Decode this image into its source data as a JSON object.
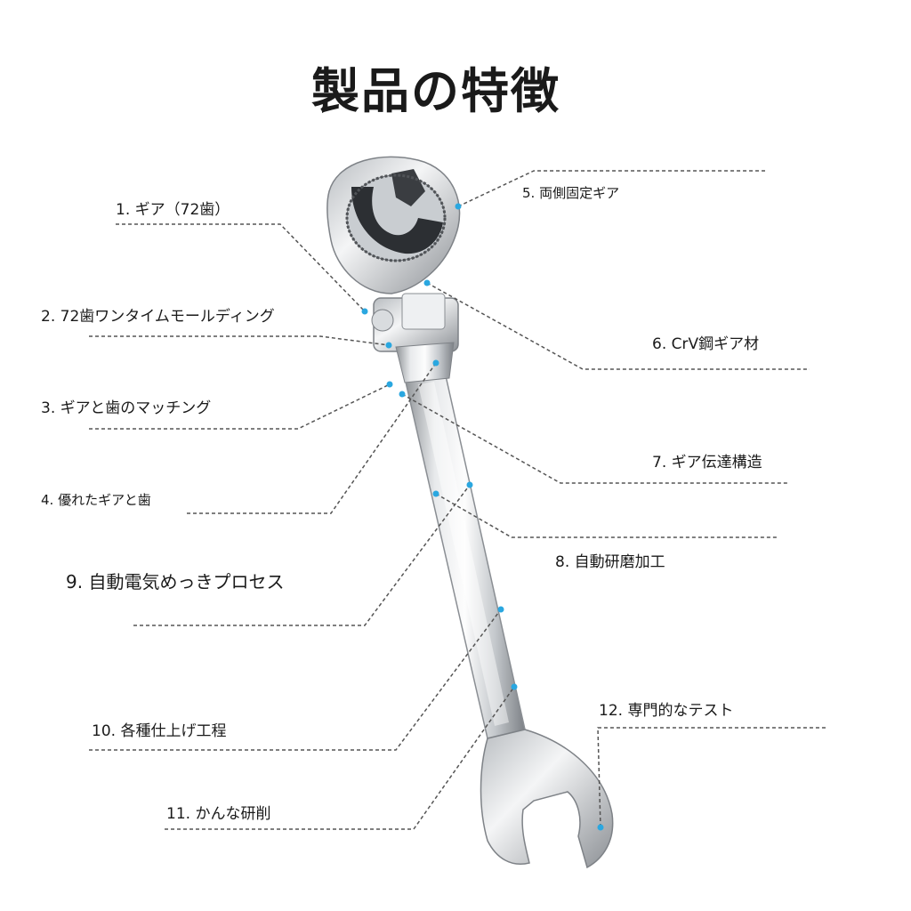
{
  "title": "製品の特徴",
  "accent_color": "#2aa7e0",
  "features": [
    {
      "text": "1. ギア（72歯）"
    },
    {
      "text": "2. 72歯ワンタイムモールディング"
    },
    {
      "text": "3. ギアと歯のマッチング"
    },
    {
      "text": "4. 優れたギアと歯"
    },
    {
      "text": "5. 両側固定ギア"
    },
    {
      "text": "6. CrV鋼ギア材"
    },
    {
      "text": "7. ギア伝達構造"
    },
    {
      "text": "8. 自動研磨加工"
    },
    {
      "text": "9. 自動電気めっきプロセス"
    },
    {
      "text": "10. 各種仕上げ工程"
    },
    {
      "text": "11. かんな研削"
    },
    {
      "text": "12. 専門的なテスト"
    }
  ]
}
